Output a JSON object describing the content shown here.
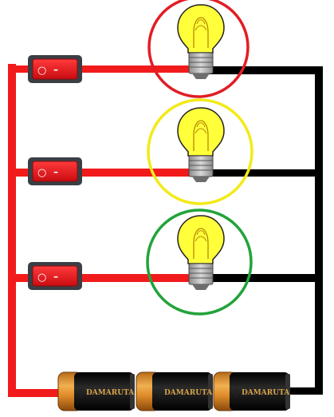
{
  "circuit": {
    "colors": {
      "positive_wire": "#f21b1b",
      "negative_wire": "#000000",
      "switch_body": "#3a3f45",
      "switch_rocker": "#e8141f",
      "bulb_glass": "#ffff3a",
      "bulb_base": "#a9a9a9",
      "ring_top": "#e21d24",
      "ring_middle": "#f2ea1a",
      "ring_bottom": "#22a33a",
      "battery_body": "#111111",
      "battery_cap": "#d9892a"
    },
    "branches": [
      {
        "switch": {
          "on_symbol": "○",
          "off_symbol": "–"
        },
        "bulb": {
          "ring_color": "red"
        }
      },
      {
        "switch": {
          "on_symbol": "○",
          "off_symbol": "–"
        },
        "bulb": {
          "ring_color": "yellow"
        }
      },
      {
        "switch": {
          "on_symbol": "○",
          "off_symbol": "–"
        },
        "bulb": {
          "ring_color": "green"
        }
      }
    ],
    "batteries": [
      {
        "brand": "DAMARUTA",
        "terminal": "+"
      },
      {
        "brand": "DAMARUTA",
        "terminal": "+"
      },
      {
        "brand": "DAMARUTA",
        "terminal": "+"
      }
    ]
  }
}
